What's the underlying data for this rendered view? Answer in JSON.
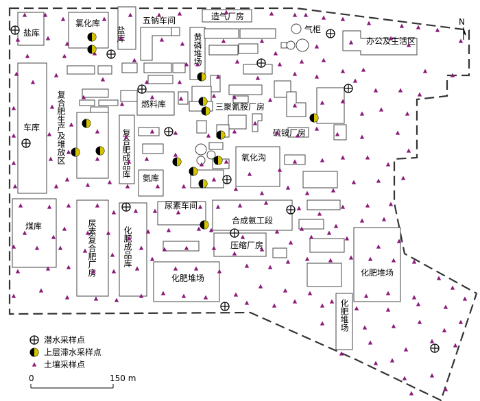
{
  "map": {
    "labels": {
      "yanku_1": "盐库",
      "lvhuaku": "氯化库",
      "yanku_2": "盐库",
      "wunachejian": "五钠车间",
      "zaoqichangfang": "造气厂房",
      "qigui": "气柜",
      "bangong": "办公及生活区",
      "huanglin": "黄磷堆场",
      "cheku": "车库",
      "fuhefei": "复合肥生产及堆放区",
      "ranliaoku": "燃料库",
      "juqing": "三聚氰胺厂房",
      "liuan": "硫铵厂房",
      "fuhechengpin": "复合肥成品库",
      "anku": "氨库",
      "yanghuagou": "氧化沟",
      "meiku": "煤库",
      "niaosufuhe": "尿素复合肥厂房",
      "huafeichengpin": "化肥成品库",
      "niaosuchejian": "尿素车间",
      "hechenganq": "合成氨工段",
      "yasuo": "压缩厂房",
      "huafeiduichang_1": "化肥堆场",
      "huafeiduichang_2": "化肥堆场",
      "huafeiduichang_3": "化肥堆场"
    },
    "north": "N",
    "scale": {
      "zero": "0",
      "end": "150 m"
    },
    "legend": {
      "phreatic": "潜水采样点",
      "perched": "上层滞水采样点",
      "soil": "土壤采样点"
    },
    "colors": {
      "soil_marker": "#8b1a7a",
      "perched_fill": "#d4c400",
      "outline": "#000000"
    }
  }
}
